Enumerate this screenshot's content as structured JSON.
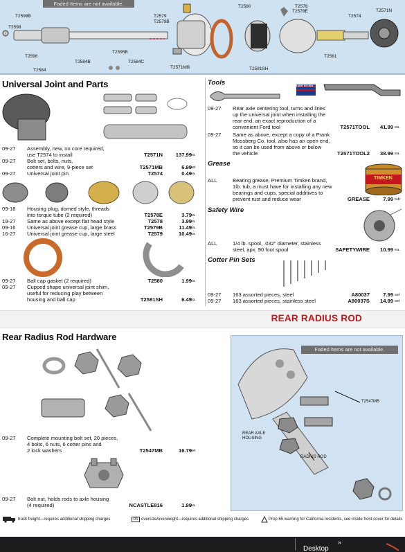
{
  "top_diagram": {
    "faded_notice": "Faded Items are not available.",
    "callouts": [
      "T2598B",
      "T2598",
      "T2596",
      "T2584",
      "T2584B",
      "T2595B",
      "T2584C",
      "T2579",
      "T2579B",
      "T2571MB",
      "T2580",
      "T2578",
      "T2578E",
      "T2581SH",
      "T2574",
      "T2571N",
      "T2581"
    ]
  },
  "universal": {
    "title": "Universal Joint and Parts",
    "items": [
      {
        "year": "09-27",
        "desc": [
          "Assembly, new, no core required,",
          "use T2574 to install"
        ],
        "pn": "T2571N",
        "price": "137.99",
        "unit": "ea."
      },
      {
        "year": "09-27",
        "desc": [
          "Bolt set, bolts, nuts,",
          "cotters and wire, 9-piece set"
        ],
        "pn": "T2571MB",
        "price": "6.99",
        "unit": "set"
      },
      {
        "year": "09-27",
        "desc": [
          "Universal joint pin"
        ],
        "pn": "T2574",
        "price": "0.49",
        "unit": "ea."
      },
      {
        "year": "09-18",
        "desc": [
          "Housing plug, domed style, threads",
          "into torque tube (2 required)"
        ],
        "pn": "T2578E",
        "price": "3.79",
        "unit": "ea."
      },
      {
        "year": "19-27",
        "desc": [
          "Same as above except flat head style"
        ],
        "pn": "T2578",
        "price": "3.99",
        "unit": "ea."
      },
      {
        "year": "09-16",
        "desc": [
          "Universal joint grease cup, large brass"
        ],
        "pn": "T2579B",
        "price": "11.49",
        "unit": "ea."
      },
      {
        "year": "16-27",
        "desc": [
          "Universal joint grease cup, large steel"
        ],
        "pn": "T2579",
        "price": "10.49",
        "unit": "ea."
      },
      {
        "year": "09-27",
        "desc": [
          "Ball cap gasket (2 required)"
        ],
        "pn": "T2580",
        "price": "1.99",
        "unit": "ea."
      },
      {
        "year": "09-27",
        "desc": [
          "Cupped shape universal joint shim,",
          "useful for reducing play between",
          "housing and ball cap"
        ],
        "pn": "T2581SH",
        "price": "6.49",
        "unit": "ea."
      }
    ]
  },
  "tools": {
    "title": "Tools",
    "badge": "MADE IN USA",
    "items": [
      {
        "year": "09-27",
        "desc": [
          "Rear axle centering tool, turns and lines",
          "up the universal joint when installing the",
          "rear end, an exact reproduction of a",
          "convenient Ford tool"
        ],
        "pn": "T2571TOOL",
        "price": "41.99",
        "unit": "ea."
      },
      {
        "year": "09-27",
        "desc": [
          "Same as above, except a copy of a Frank",
          "Mossberg Co. tool, also has an open end,",
          "so it can be used from above or below",
          "the vehicle"
        ],
        "pn": "T2571TOOL2",
        "price": "38.99",
        "unit": "ea."
      }
    ]
  },
  "grease": {
    "title": "Grease",
    "can_label": "TIMKEN",
    "items": [
      {
        "year": "ALL",
        "desc": [
          "Bearing grease, Premium Timken brand,",
          "1lb. tub, a must have for installing any new",
          "bearings and cups, special additives to",
          "prevent rust and reduce wear"
        ],
        "pn": "GREASE",
        "price": "7.99",
        "unit": "tub"
      }
    ]
  },
  "safety_wire": {
    "title": "Safety Wire",
    "items": [
      {
        "year": "ALL",
        "desc": [
          "1/4 lb. spool, .032\" diameter, stainless",
          "steel, apx. 90 foot spool"
        ],
        "pn": "SAFETYWIRE",
        "price": "10.99",
        "unit": "ea."
      }
    ]
  },
  "cotter": {
    "title": "Cotter Pin Sets",
    "items": [
      {
        "year": "09-27",
        "desc": [
          "163 assorted pieces, steel"
        ],
        "pn": "A80037",
        "price": "7.99",
        "unit": "set"
      },
      {
        "year": "09-27",
        "desc": [
          "163 assorted pieces, stainless steel"
        ],
        "pn": "A80037S",
        "price": "14.99",
        "unit": "set"
      }
    ]
  },
  "rear_radius": {
    "banner": "REAR RADIUS ROD",
    "title": "Rear Radius Rod Hardware",
    "items": [
      {
        "year": "09-27",
        "desc": [
          "Complete mounting bolt set, 20 pieces,",
          "4 bolts, 6 nuts, 6 cotter pins and",
          "2 lock washers"
        ],
        "pn": "T2547MB",
        "price": "16.79",
        "unit": "set"
      },
      {
        "year": "09-27",
        "desc": [
          "Bolt nut, holds rods to axle housing",
          "(4 required)"
        ],
        "pn": "NCASTLE816",
        "price": "1.99",
        "unit": "ea."
      }
    ],
    "diagram": {
      "faded_notice": "Faded Items are not available.",
      "labels": [
        "T2547MB",
        "REAR AXLE",
        "HOUSING",
        "RADIUS ROD"
      ]
    }
  },
  "footer": {
    "truck": "truck freight—requires additional shipping charges",
    "oversize_badge": "OS",
    "oversize": "oversize/overweight—requires additional shipping charges",
    "prop65": "Prop 65 warning for California residents, see inside front cover for details"
  },
  "taskbar": {
    "label": "Desktop",
    "arrow": "»"
  },
  "colors": {
    "diagram_bg": "#cfe2f1",
    "banner_red": "#c4161c",
    "faded_bg": "#6f6f70",
    "taskbar": "#1c1c1f"
  }
}
